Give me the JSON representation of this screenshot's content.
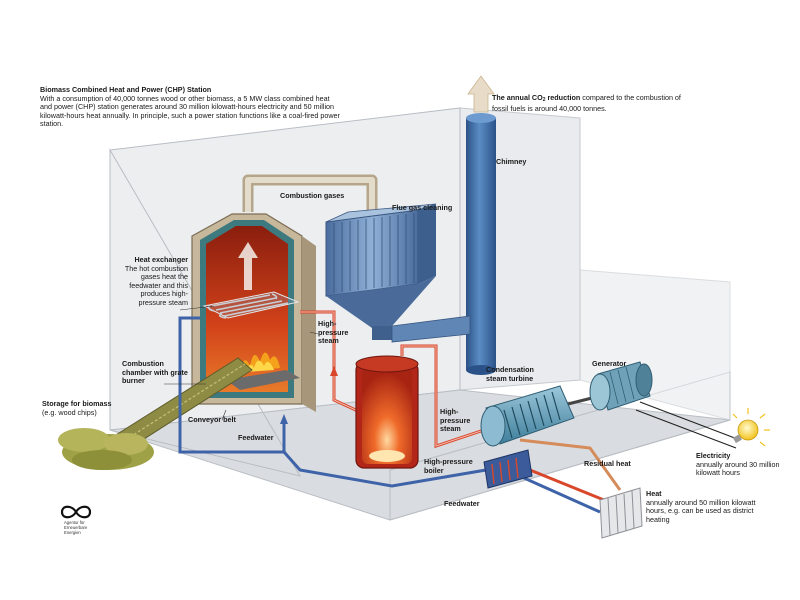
{
  "intro": {
    "title": "Biomass Combined Heat and Power (CHP) Station",
    "text": "With a consumption of 40,000 tonnes wood or other biomass, a 5 MW class combined heat and power (CHP) station generates around 30 million kilowatt-hours electricity and 50 million kilowatt-hours heat annually. In principle, such a power station functions like a coal-fired power station."
  },
  "co2": {
    "lead": "The annual CO",
    "sub": "2",
    "bold_tail": " reduction",
    "text": " compared to the combustion of fossil fuels is around 40,000 tonnes."
  },
  "labels": {
    "chimney": "Chimney",
    "combustion_gases": "Combustion gases",
    "flue_gas_cleaning": "Flue gas cleaning",
    "heat_exchanger_title": "Heat exchanger",
    "heat_exchanger_text": "The hot combustion gases heat the feedwater and this produces high-pressure steam",
    "hp_steam_1": "High-pressure steam",
    "combustion_chamber": "Combustion chamber with grate burner",
    "storage_title": "Storage for biomass",
    "storage_text": "(e.g. wood chips)",
    "conveyor_belt": "Conveyor belt",
    "feedwater_1": "Feedwater",
    "condensation_turbine": "Condensation steam turbine",
    "generator": "Generator",
    "hp_steam_2": "High-pressure steam",
    "hp_boiler": "High-pressure boiler",
    "residual_heat": "Residual heat",
    "electricity_title": "Electricity",
    "electricity_text": "annually around 30 million kilowatt hours",
    "feedwater_2": "Feedwater",
    "heat_title": "Heat",
    "heat_text": "annually around 50 million kilowatt hours, e.g. can be used as district heating"
  },
  "logo": {
    "icon": "infinity-logo-icon",
    "text": "Agentur für Erneuerbare Energien"
  },
  "colors": {
    "building": "#c8cbd0",
    "pipe_red": "#d9472b",
    "pipe_blue": "#3e63a8",
    "chimney": "#3b6da6",
    "furnace_fire": "#d23a15",
    "biomass": "#a8a74a"
  }
}
